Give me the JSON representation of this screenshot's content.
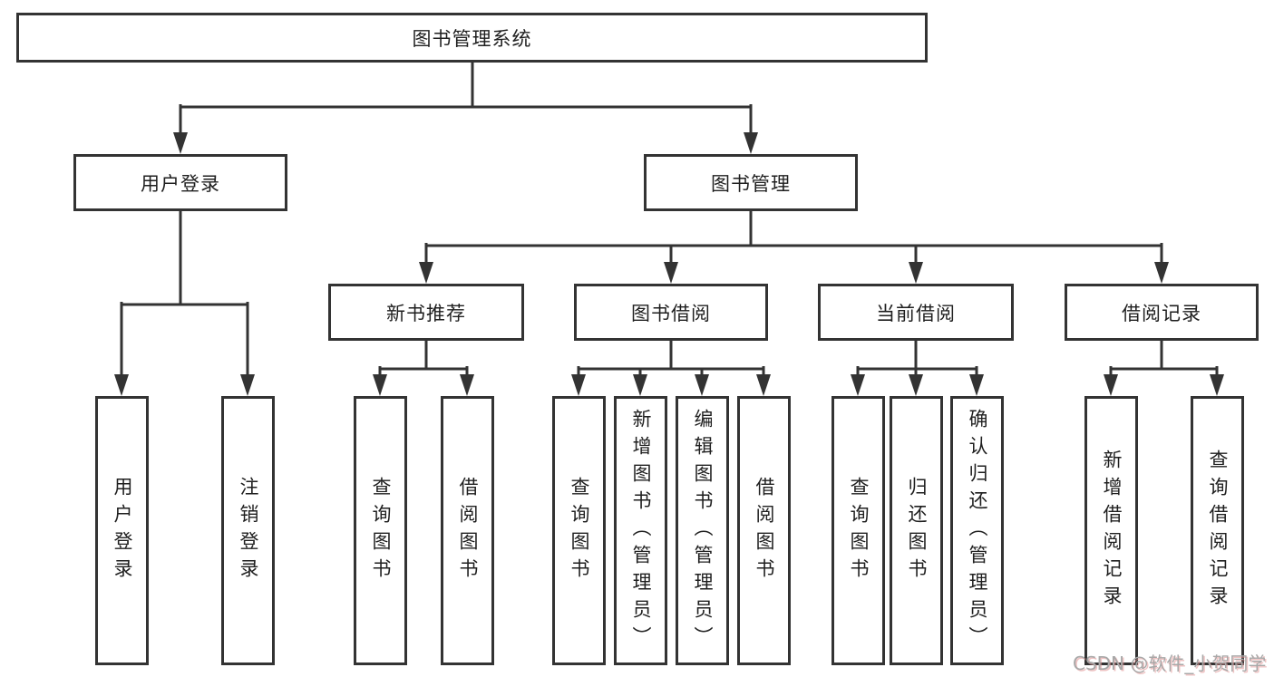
{
  "diagram": {
    "root": {
      "label": "图书管理系统"
    },
    "level2": [
      {
        "label": "用户登录"
      },
      {
        "label": "图书管理"
      }
    ],
    "level3": [
      {
        "label": "新书推荐"
      },
      {
        "label": "图书借阅"
      },
      {
        "label": "当前借阅"
      },
      {
        "label": "借阅记录"
      }
    ],
    "leaves": [
      {
        "label": "用户登录"
      },
      {
        "label": "注销登录"
      },
      {
        "label": "查询图书"
      },
      {
        "label": "借阅图书"
      },
      {
        "label": "查询图书"
      },
      {
        "label": "新增图书（管理员）"
      },
      {
        "label": "编辑图书（管理员）"
      },
      {
        "label": "借阅图书"
      },
      {
        "label": "查询图书"
      },
      {
        "label": "归还图书"
      },
      {
        "label": "确认归还（管理员）"
      },
      {
        "label": "新增借阅记录"
      },
      {
        "label": "查询借阅记录"
      }
    ],
    "watermark": "CSDN @软件_小贺同学",
    "colors": {
      "line": "#333333",
      "text": "#1f1f1f",
      "background": "#ffffff",
      "watermark": "#a8a8a8"
    }
  }
}
